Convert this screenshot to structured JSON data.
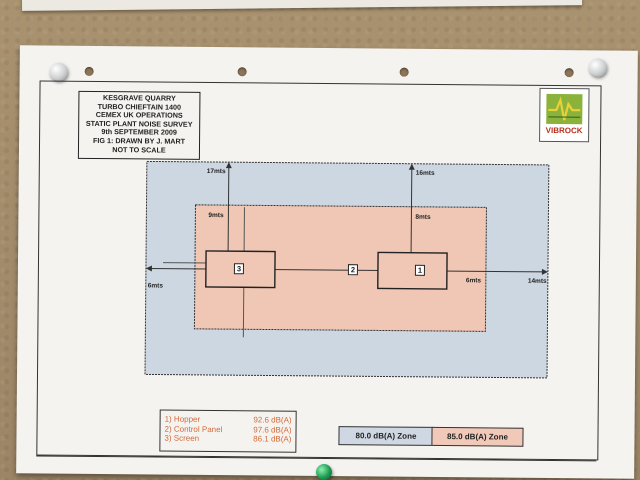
{
  "title_block": {
    "lines": [
      "KESGRAVE QUARRY",
      "TURBO CHIEFTAIN 1400",
      "CEMEX UK OPERATIONS",
      "STATIC PLANT NOISE SURVEY",
      "9th SEPTEMBER 2009",
      "FIG 1: DRAWN BY J. MART",
      "NOT TO SCALE"
    ]
  },
  "logo": {
    "text": "VIBROCK",
    "colors": {
      "green": "#8bb23a",
      "red": "#b8301d"
    }
  },
  "diagram": {
    "distances": {
      "top_left": "17mts",
      "top_right": "16mts",
      "inner_left": "9mts",
      "inner_right": "8mts",
      "left": "6mts",
      "right_inner": "6mts",
      "right_outer": "14mts"
    },
    "markers": [
      "3",
      "2",
      "1"
    ],
    "colors": {
      "outer_zone": "#cdd7e1",
      "inner_zone": "#f0c6b4"
    }
  },
  "legend": {
    "items": [
      {
        "label": "1) Hopper",
        "value": "92.6 dB(A)"
      },
      {
        "label": "2) Control Panel",
        "value": "97.6 dB(A)"
      },
      {
        "label": "3) Screen",
        "value": "86.1 dB(A)"
      }
    ],
    "text_color": "#d46a3a"
  },
  "zones": {
    "blue": "80.0 dB(A) Zone",
    "red": "85.0 dB(A) Zone"
  }
}
